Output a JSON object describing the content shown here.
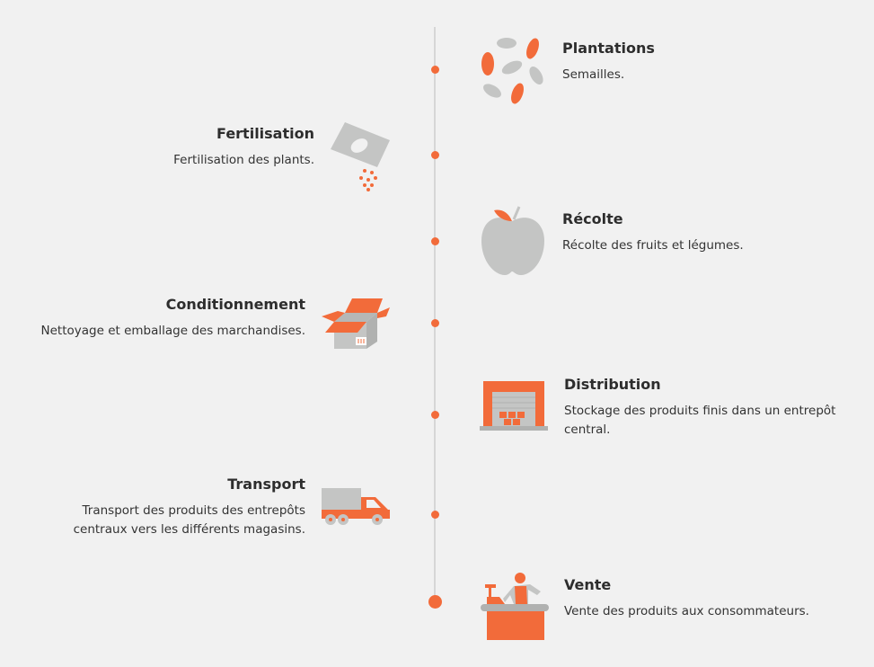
{
  "colors": {
    "accent": "#f26b3a",
    "gray": "#c4c5c4",
    "background": "#f1f1f1"
  },
  "steps": [
    {
      "title": "Plantations",
      "desc": "Semailles.",
      "icon": "seeds-icon"
    },
    {
      "title": "Fertilisation",
      "desc": "Fertilisation des plants.",
      "icon": "fertilizer-bag-icon"
    },
    {
      "title": "Récolte",
      "desc": "Récolte des fruits et légumes.",
      "icon": "apple-icon"
    },
    {
      "title": "Conditionnement",
      "desc": "Nettoyage et emballage des marchandises.",
      "icon": "box-icon"
    },
    {
      "title": "Distribution",
      "desc": "Stockage des produits finis dans un entrepôt central.",
      "icon": "warehouse-icon"
    },
    {
      "title": "Transport",
      "desc": "Transport des produits des entrepôts centraux vers les différents magasins.",
      "icon": "truck-icon"
    },
    {
      "title": "Vente",
      "desc": "Vente des produits aux consommateurs.",
      "icon": "cashier-icon"
    }
  ]
}
